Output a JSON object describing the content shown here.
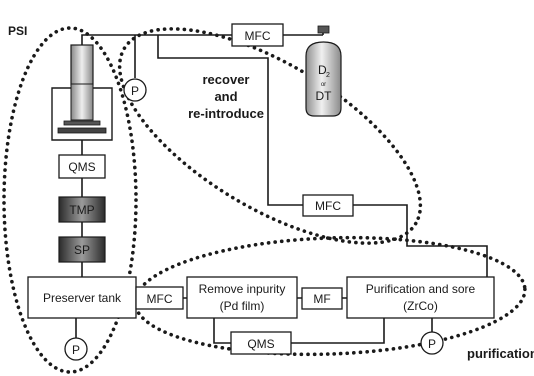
{
  "labels": {
    "psi": "PSI",
    "recover": [
      "recover",
      "and",
      "re-introduce"
    ],
    "purification_region": "purification",
    "mfc_top": "MFC",
    "gas_cylinder": [
      "D",
      "2",
      "or",
      "DT"
    ],
    "pressure_gauge": "P",
    "qms_left": "QMS",
    "tmp": "TMP",
    "sp": "SP",
    "preserver_tank": "Preserver tank",
    "mfc_bottom_left": "MFC",
    "remove_impurity": [
      "Remove inpurity",
      "(Pd film)"
    ],
    "mf": "MF",
    "purification_store": [
      "Purification and sore",
      "(ZrCo)"
    ],
    "mfc_middle": "MFC",
    "qms_bottom": "QMS"
  },
  "colors": {
    "line": "#1a1a1a",
    "pump_dark": "#2b2b2b",
    "pump_light": "#bfbfbf",
    "cylinder": "#d9d9d9"
  }
}
